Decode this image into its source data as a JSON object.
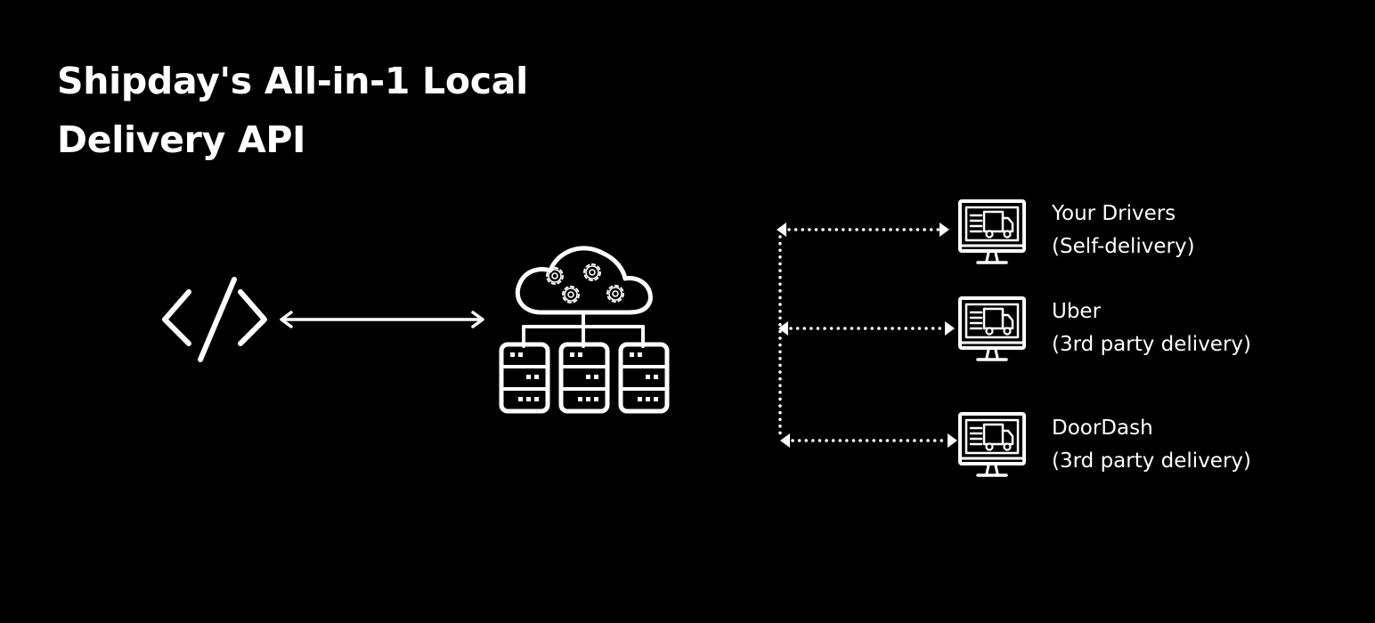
{
  "title": {
    "line1": "Shipday's All-in-1 Local",
    "line2": "Delivery API"
  },
  "icons": {
    "code": "code-brackets-icon",
    "cloud": "cloud-gears-icon",
    "servers": "server-rack-icon",
    "monitor": "monitor-truck-icon"
  },
  "colors": {
    "background": "#000000",
    "foreground": "#ffffff"
  },
  "destinations": [
    {
      "name": "Your Drivers",
      "note": "(Self-delivery)"
    },
    {
      "name": "Uber",
      "note": "(3rd party delivery)"
    },
    {
      "name": "DoorDash",
      "note": "(3rd party delivery)"
    }
  ]
}
